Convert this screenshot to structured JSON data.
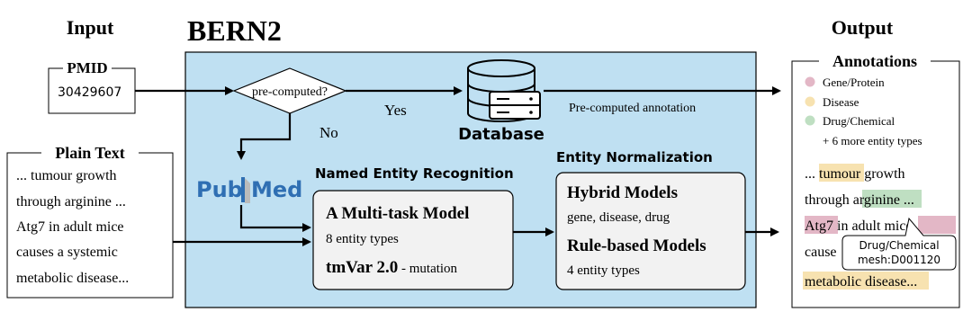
{
  "headers": {
    "input": "Input",
    "system": "BERN2",
    "output": "Output"
  },
  "pmid": {
    "label": "PMID",
    "value": "30429607"
  },
  "plain_text": {
    "label": "Plain Text",
    "lines": [
      "... tumour growth",
      "through arginine ...",
      "Atg7 in adult mice",
      "causes a systemic",
      "metabolic disease..."
    ]
  },
  "decision": {
    "question": "pre-computed?",
    "yes": "Yes",
    "no": "No"
  },
  "database": {
    "label": "Database",
    "icon": "database-icon",
    "edge_label": "Pre-computed annotation"
  },
  "pubmed": {
    "logo_left": "Pub",
    "logo_right": "Med"
  },
  "ner": {
    "title": "Named Entity Recognition",
    "model1_name": "A Multi-task Model",
    "model1_desc": "8 entity types",
    "model2_name": "tmVar 2.0",
    "model2_desc": " - mutation"
  },
  "normalization": {
    "title": "Entity Normalization",
    "model1_name": "Hybrid Models",
    "model1_desc": "gene, disease, drug",
    "model2_name": "Rule-based Models",
    "model2_desc": "4 entity types"
  },
  "annotations": {
    "label": "Annotations",
    "legend": [
      {
        "label": "Gene/Protein",
        "color": "#e3b7c6"
      },
      {
        "label": "Disease",
        "color": "#f7e2b0"
      },
      {
        "label": "Drug/Chemical",
        "color": "#bfdfc2"
      }
    ],
    "more": "+ 6 more entity types",
    "out": {
      "l1a": "... ",
      "l1b": "tumour",
      "l1c": " growth",
      "l2a": "through ",
      "l2b": "arginine",
      "l2c": " ...",
      "l3a": "Atg7",
      "l3b": " in adult ",
      "l3c": "mice",
      "l4a": "cause",
      "l5a": "metabolic disease",
      "l5b": "..."
    },
    "tooltip_line1": "Drug/Chemical",
    "tooltip_line2": "mesh:D001120"
  },
  "colors": {
    "panel_bg": "#bfe0f2",
    "box_bg": "#f2f2f2",
    "gene": "#e3b7c6",
    "disease": "#f7e2b0",
    "drug": "#bfdfc2",
    "pubmed_blue": "#2f6fb3"
  }
}
